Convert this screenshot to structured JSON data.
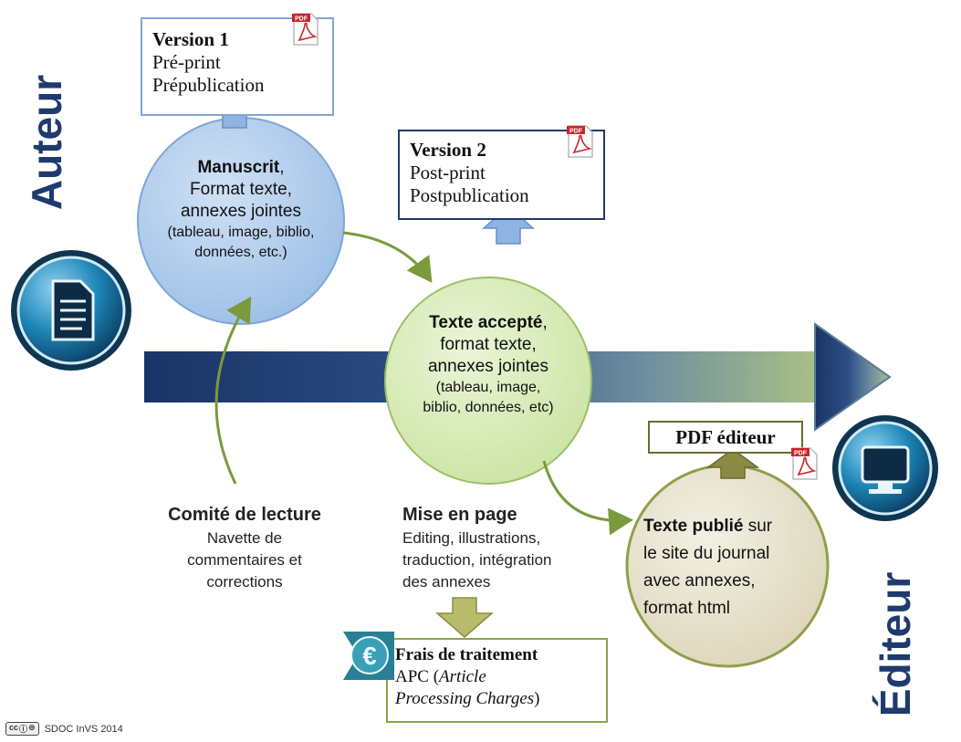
{
  "roles": {
    "author": "Auteur",
    "editor": "Éditeur"
  },
  "version1": {
    "title": "Version 1",
    "line1": "Pré-print",
    "line2": "Prépublication"
  },
  "version2": {
    "title": "Version 2",
    "line1": "Post-print",
    "line2": "Postpublication"
  },
  "pdf_badge": "PDF",
  "manuscrit": {
    "bold": "Manuscrit",
    "rest1": ",",
    "line2": "Format texte,",
    "line3": "annexes jointes",
    "line4": "(tableau, image, biblio,",
    "line5": "données, etc.)"
  },
  "accepte": {
    "bold": "Texte accepté",
    "rest1": ",",
    "line2": "format texte,",
    "line3": "annexes jointes",
    "line4": "(tableau, image,",
    "line5": "biblio, données, etc)"
  },
  "publie": {
    "bold": "Texte publié",
    "rest1": " sur",
    "line2": "le site du journal",
    "line3": "avec annexes,",
    "line4": "format html"
  },
  "pdf_editeur": "PDF éditeur",
  "comite": {
    "title": "Comité de lecture",
    "line1": "Navette de",
    "line2": "commentaires et",
    "line3": "corrections"
  },
  "mise_en_page": {
    "title": "Mise en page",
    "line1": "Editing, illustrations,",
    "line2": "traduction, intégration",
    "line3": "des annexes"
  },
  "frais": {
    "title": "Frais de traitement",
    "line1_pre": "APC (",
    "line1_it": "Article",
    "line2_it": "Processing Charges",
    "line2_post": ")"
  },
  "credit": {
    "cc": "cc",
    "text": "SDOC InVS 2014"
  },
  "colors": {
    "navy": "#1f3a6e",
    "circle_blue": "#a9c8ea",
    "circle_green": "#d6ebb3",
    "circle_tan": "#e8e3cf",
    "curve_green": "#7a9a3c",
    "box_green": "#8aa54a"
  }
}
